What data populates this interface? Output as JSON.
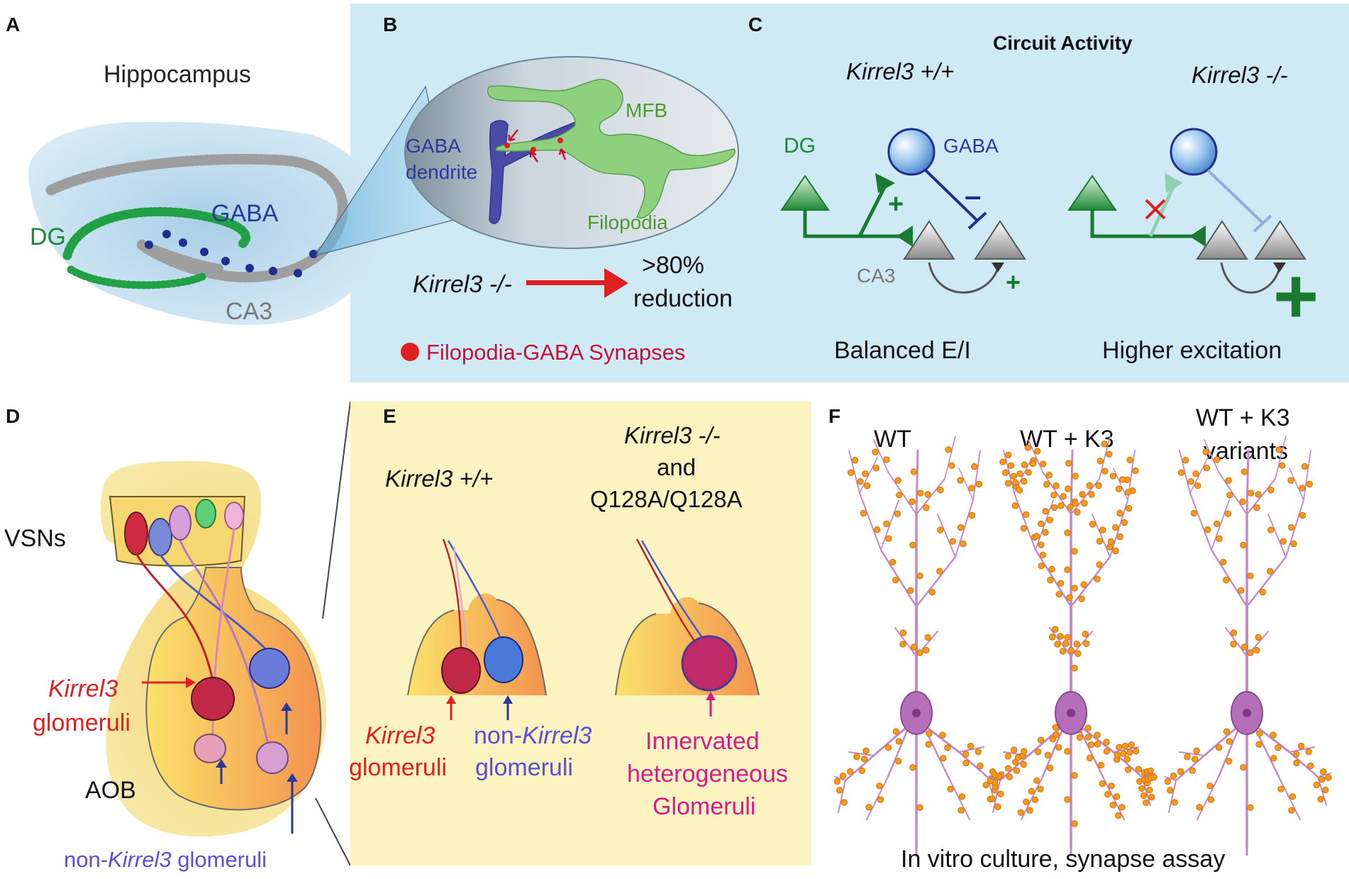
{
  "colors": {
    "panel_bc_bg": "#cfe9f5",
    "panel_e_bg": "#fbf3c0",
    "dg_green": "#1a8a3a",
    "gaba_blue": "#2a3a9c",
    "ca3_gray": "#777777",
    "kirrel_red": "#e02020",
    "non_kirrel_blue": "#5b4fd6",
    "innervated_magenta": "#d81b8a",
    "synapse_red": "#c0123c",
    "neuron_purple": "#c589c4",
    "synapse_orange": "#f59a1c"
  },
  "panelA": {
    "letter": "A",
    "title": "Hippocampus",
    "dg": "DG",
    "gaba": "GABA",
    "ca3": "CA3"
  },
  "panelB": {
    "letter": "B",
    "gaba_dendrite_1": "GABA",
    "gaba_dendrite_2": "dendrite",
    "mfb": "MFB",
    "filopodia": "Filopodia",
    "genotype": "Kirrel3 -/-",
    "reduction_1": ">80%",
    "reduction_2": "reduction",
    "legend": "Filopodia-GABA Synapses"
  },
  "panelC": {
    "letter": "C",
    "title": "Circuit Activity",
    "wt_genotype": "Kirrel3 +/+",
    "ko_genotype": "Kirrel3 -/-",
    "dg": "DG",
    "gaba": "GABA",
    "ca3": "CA3",
    "plus": "+",
    "minus": "–",
    "wt_caption": "Balanced E/I",
    "ko_caption": "Higher excitation"
  },
  "panelD": {
    "letter": "D",
    "vsns": "VSNs",
    "kirrel_1": "Kirrel3",
    "kirrel_2": "glomeruli",
    "aob": "AOB",
    "non_prefix": "non-",
    "non_italic": "Kirrel3",
    "non_suffix": " glomeruli"
  },
  "panelE": {
    "letter": "E",
    "wt_genotype": "Kirrel3 +/+",
    "ko_1": "Kirrel3 -/-",
    "ko_2": "and",
    "ko_3": "Q128A/Q128A",
    "kirrel_1": "Kirrel3",
    "kirrel_2": "glomeruli",
    "non_prefix": "non-",
    "non_italic": "Kirrel3",
    "non_2": "glomeruli",
    "inn_1": "Innervated",
    "inn_2": "heterogeneous",
    "inn_3": "Glomeruli"
  },
  "panelF": {
    "letter": "F",
    "wt": "WT",
    "wt_k3": "WT + K3",
    "variants_1": "WT + K3",
    "variants_2": "variants",
    "caption": "In vitro culture, synapse assay"
  }
}
